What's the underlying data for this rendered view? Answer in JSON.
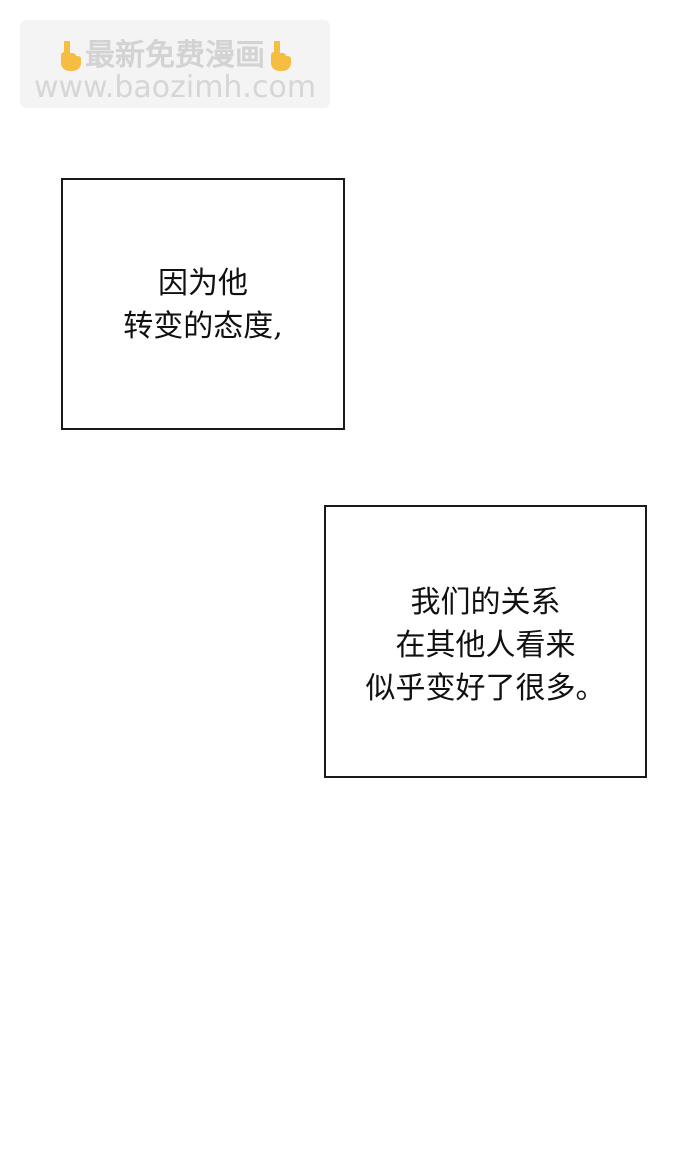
{
  "watermark": {
    "title": "最新免费漫画",
    "url": "www.baozimh.com",
    "hand_color": "#f5b82e"
  },
  "panels": [
    {
      "lines": [
        "因为他",
        "转变的态度,"
      ]
    },
    {
      "lines": [
        "我们的关系",
        "在其他人看来",
        "似乎变好了很多。"
      ]
    }
  ]
}
